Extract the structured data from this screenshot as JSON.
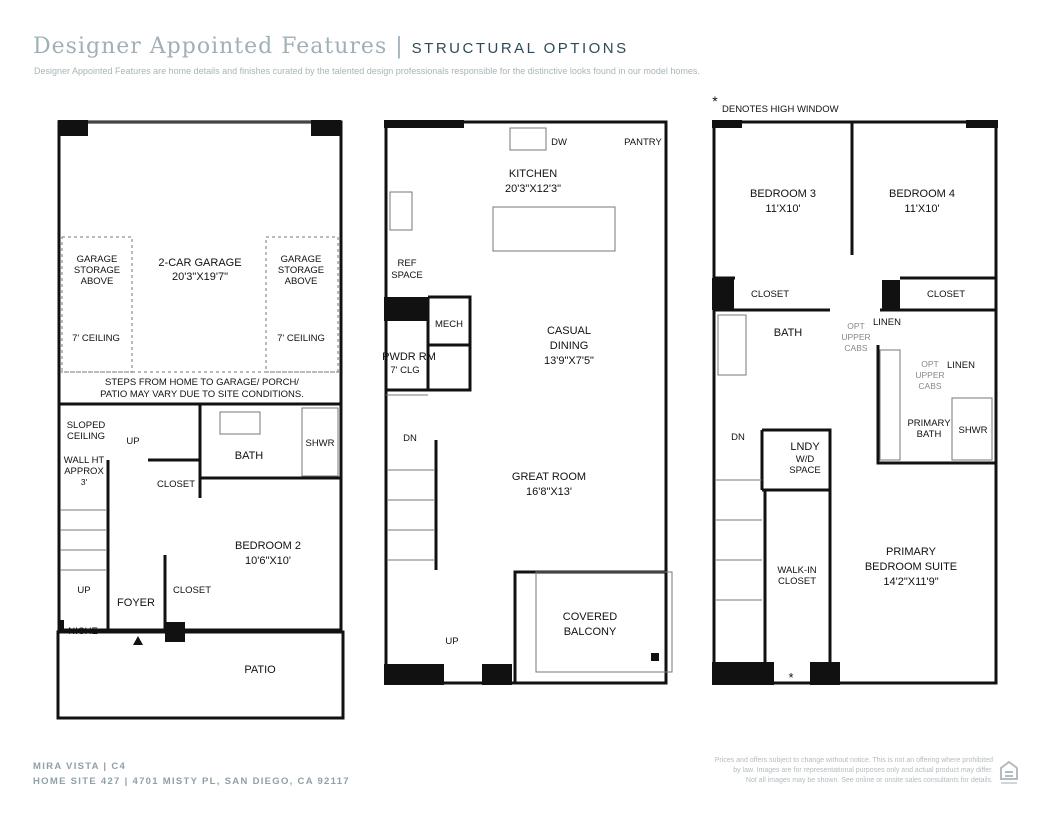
{
  "header": {
    "title": "Designer Appointed Features",
    "subtitle": "STRUCTURAL OPTIONS",
    "description": "Designer Appointed Features are home details and finishes curated by the talented design professionals responsible for the distinctive looks found in our model homes."
  },
  "plans": [
    {
      "name": "first-floor",
      "labels": [
        "GARAGE",
        "STORAGE",
        "ABOVE",
        "2-CAR GARAGE",
        "20'3\"X19'7\"",
        "GARAGE",
        "STORAGE",
        "ABOVE",
        "7' CEILING",
        "7' CEILING",
        "STEPS FROM HOME TO GARAGE/ PORCH/",
        "PATIO MAY VARY DUE TO SITE CONDITIONS.",
        "SLOPED",
        "CEILING",
        "UP",
        "WALL HT",
        "APPROX",
        "3'",
        "CLOSET",
        "BATH",
        "SHWR",
        "BEDROOM 2",
        "10'6\"X10'",
        "UP",
        "FOYER",
        "CLOSET",
        "NICHE",
        "PATIO"
      ]
    },
    {
      "name": "second-floor",
      "labels": [
        "DW",
        "PANTRY",
        "KITCHEN",
        "20'3\"X12'3\"",
        "REF",
        "SPACE",
        "MECH",
        "CASUAL",
        "DINING",
        "13'9\"X7'5\"",
        "PWDR RM",
        "7' CLG",
        "DN",
        "GREAT ROOM",
        "16'8\"X13'",
        "COVERED",
        "BALCONY",
        "UP"
      ]
    },
    {
      "name": "third-floor",
      "labels": [
        "DENOTES HIGH WINDOW",
        "BEDROOM 3",
        "11'X10'",
        "BEDROOM 4",
        "11'X10'",
        "CLOSET",
        "CLOSET",
        "BATH",
        "OPT",
        "UPPER",
        "CABS",
        "LINEN",
        "OPT",
        "UPPER",
        "CABS",
        "LINEN",
        "PRIMARY",
        "BATH",
        "SHWR",
        "DN",
        "LNDY",
        "W/D",
        "SPACE",
        "WALK-IN",
        "CLOSET",
        "PRIMARY",
        "BEDROOM SUITE",
        "14'2\"X11'9\"",
        "*",
        "*"
      ]
    }
  ],
  "footer": {
    "community": "MIRA VISTA | C4",
    "address": "HOME SITE 427 | 4701 MISTY PL, SAN DIEGO, CA 92117",
    "disclaimer_1": "Prices and offers subject to change without notice. This is not an offering where prohibited",
    "disclaimer_2": "by law. Images are for representational purposes only and actual product may differ.",
    "disclaimer_3": "Not all images may be shown. See online or onsite sales consultants for details.",
    "logo_text": "EQUAL HOUSING OPPORTUNITY"
  }
}
